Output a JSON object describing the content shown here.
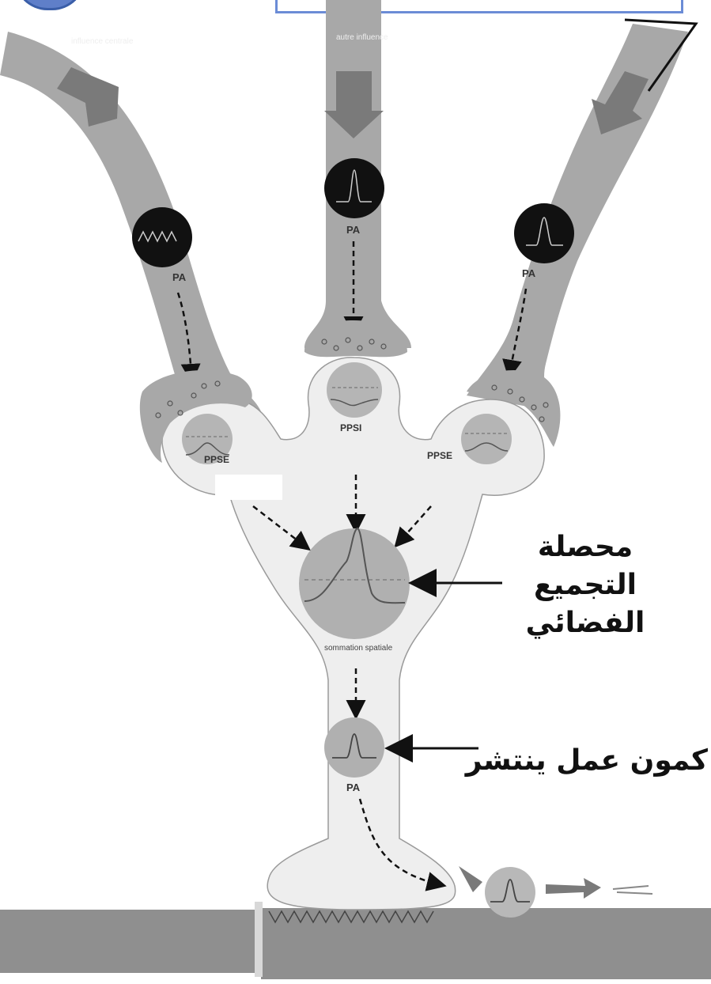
{
  "labels": {
    "influence_left": "influence centrale",
    "influence_center": "autre influence",
    "pa": "PA",
    "ppse": "PPSE",
    "ppsi": "PPSI",
    "summation": "sommation spatiale"
  },
  "arabic": {
    "spatial_result_lines": [
      "محصلة",
      "التجميع",
      "الفضائي"
    ],
    "propagating_ap": "كمون عمل ينتشر"
  },
  "colors": {
    "axon": "#a8a8a8",
    "soma": "#eeeeee",
    "circle": "#b5b5b5",
    "knob": "#111111",
    "muscle": "#8f8f8f",
    "title_border": "#6b8cd6",
    "badge": "#5f7fc9"
  }
}
